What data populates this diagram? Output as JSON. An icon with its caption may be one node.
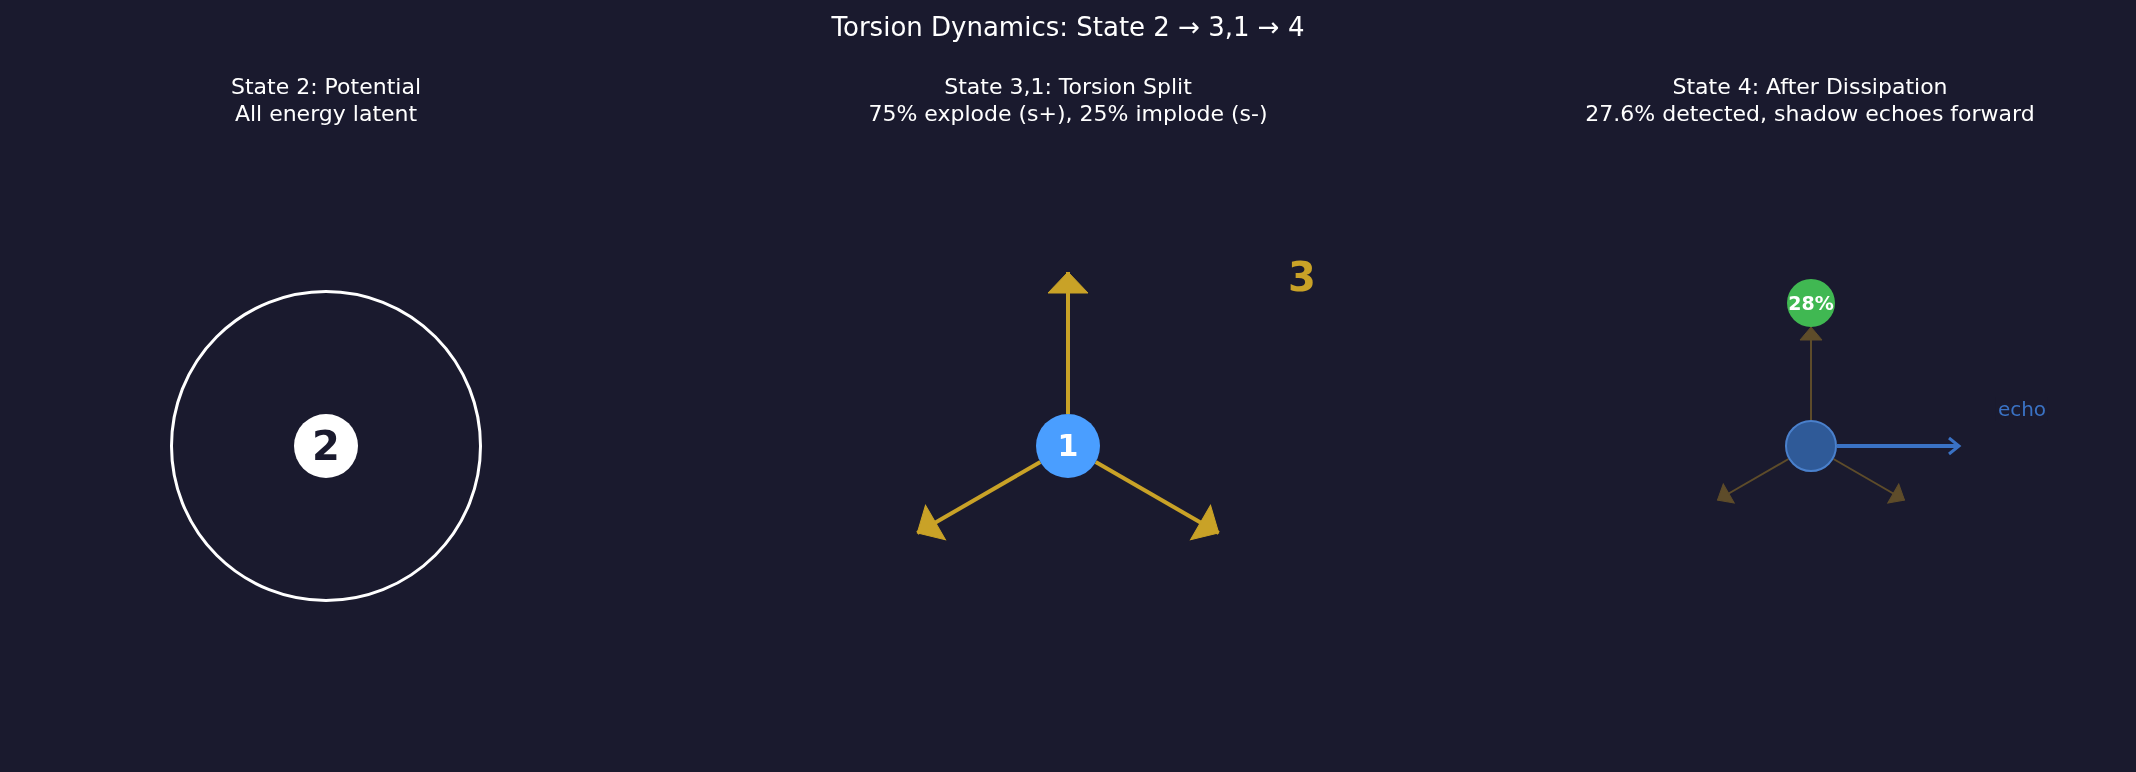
{
  "diagram": {
    "title": "Torsion Dynamics: State 2 → 3,1 → 4",
    "nodes": [
      {
        "text": [],
        "shape": "circle"
      },
      {
        "text": [
          "2"
        ],
        "in": 0
      },
      {
        "text": [
          "1"
        ]
      },
      {
        "text": [
          "28%"
        ]
      },
      {
        "text": [],
        "shape": "circle"
      }
    ],
    "edges": [
      {
        "from": 2,
        "to": null,
        "arrow": "to"
      },
      {
        "from": 2,
        "to": null,
        "arrow": "to"
      },
      {
        "from": 2,
        "to": null,
        "arrow": "to"
      },
      {
        "from": 4,
        "to": 3,
        "arrow": "to",
        "color": "#5e4c2a"
      },
      {
        "from": 4,
        "to": null,
        "arrow": "to",
        "color": "#5e4c2a"
      },
      {
        "from": 4,
        "to": null,
        "arrow": "to",
        "color": "#5e4c2a"
      },
      {
        "from": 4,
        "to": null,
        "arrow": "to",
        "color": "#3a72c4",
        "label": "echo"
      }
    ],
    "labels": [
      "State 2: Potential",
      "All energy latent",
      "State 3,1: Torsion Split",
      "75% explode (s+), 25% implode (s-)",
      "State 4: After Dissipation",
      "27.6% detected, shadow echoes forward",
      "3"
    ]
  }
}
